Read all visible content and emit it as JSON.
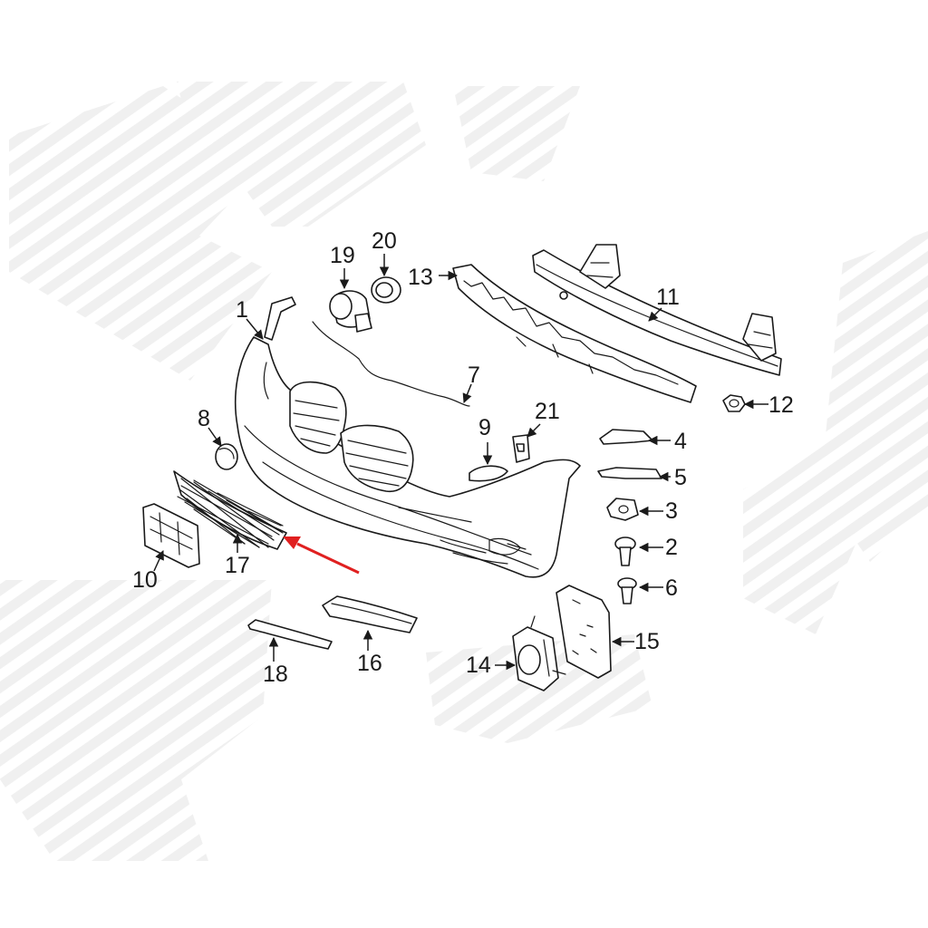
{
  "diagram": {
    "highlight_color": "#e02020",
    "watermark_color": "#e6e6e6",
    "line_color": "#1a1a1a",
    "callouts": {
      "c1": "1",
      "c2": "2",
      "c3": "3",
      "c4": "4",
      "c5": "5",
      "c6": "6",
      "c7": "7",
      "c8": "8",
      "c9": "9",
      "c10": "10",
      "c11": "11",
      "c12": "12",
      "c13": "13",
      "c14": "14",
      "c15": "15",
      "c16": "16",
      "c17": "17",
      "c18": "18",
      "c19": "19",
      "c20": "20",
      "c21": "21"
    }
  }
}
